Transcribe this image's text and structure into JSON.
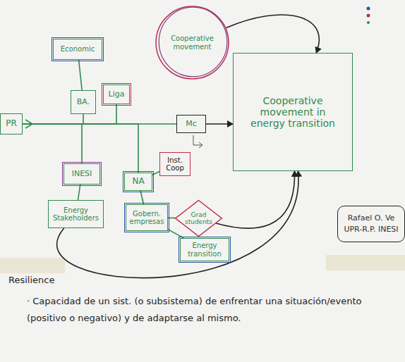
{
  "diagram": {
    "nodes": [
      {
        "text": [
          "PR"
        ]
      },
      {
        "text": [
          "Economic"
        ]
      },
      {
        "text": [
          "Cooperative movement"
        ]
      },
      {
        "text": [
          "BA."
        ]
      },
      {
        "text": [
          "Liga"
        ]
      },
      {
        "text": [
          "Mc"
        ]
      },
      {
        "text": [
          "Cooperative movement in energy transition"
        ]
      },
      {
        "text": [
          "INESI"
        ]
      },
      {
        "text": [
          "Energy Stakeholders"
        ]
      },
      {
        "text": [
          "NA"
        ]
      },
      {
        "text": [
          "Inst. Coop"
        ]
      },
      {
        "text": [
          "Gobern. empresas"
        ]
      },
      {
        "text": [
          "Grad students"
        ]
      },
      {
        "text": [
          "Energy transition"
        ]
      },
      {
        "text": [
          "Rafael O. Ve",
          "UPR-R.P. INESI"
        ]
      }
    ],
    "edges": [
      {
        "from": 0,
        "to": 5,
        "arrow": "none"
      },
      {
        "from": 0,
        "to": 3,
        "arrow": "none"
      },
      {
        "from": 0,
        "to": 4,
        "arrow": "none"
      },
      {
        "from": 0,
        "to": 7,
        "arrow": "none"
      },
      {
        "from": 0,
        "to": 9,
        "arrow": "none"
      },
      {
        "from": 5,
        "to": 6,
        "arrow": "to"
      },
      {
        "from": 1,
        "to": 3,
        "arrow": "none"
      },
      {
        "from": 2,
        "to": 6,
        "arrow": "to"
      },
      {
        "from": 7,
        "to": 8,
        "arrow": "none"
      },
      {
        "from": 9,
        "to": 10,
        "arrow": "none"
      },
      {
        "from": 9,
        "to": 11,
        "arrow": "none"
      },
      {
        "from": 11,
        "to": 12,
        "arrow": "none"
      },
      {
        "from": 11,
        "to": 13,
        "arrow": "none"
      },
      {
        "from": 12,
        "to": 6,
        "arrow": "to"
      },
      {
        "from": 8,
        "to": 6,
        "arrow": "to"
      }
    ],
    "labels": [
      "Resilience",
      "· Capacidad de un sist. (o subsistema) de enfrentar una situación/evento (positivo o negativo) y de adaptarse al mismo."
    ]
  }
}
